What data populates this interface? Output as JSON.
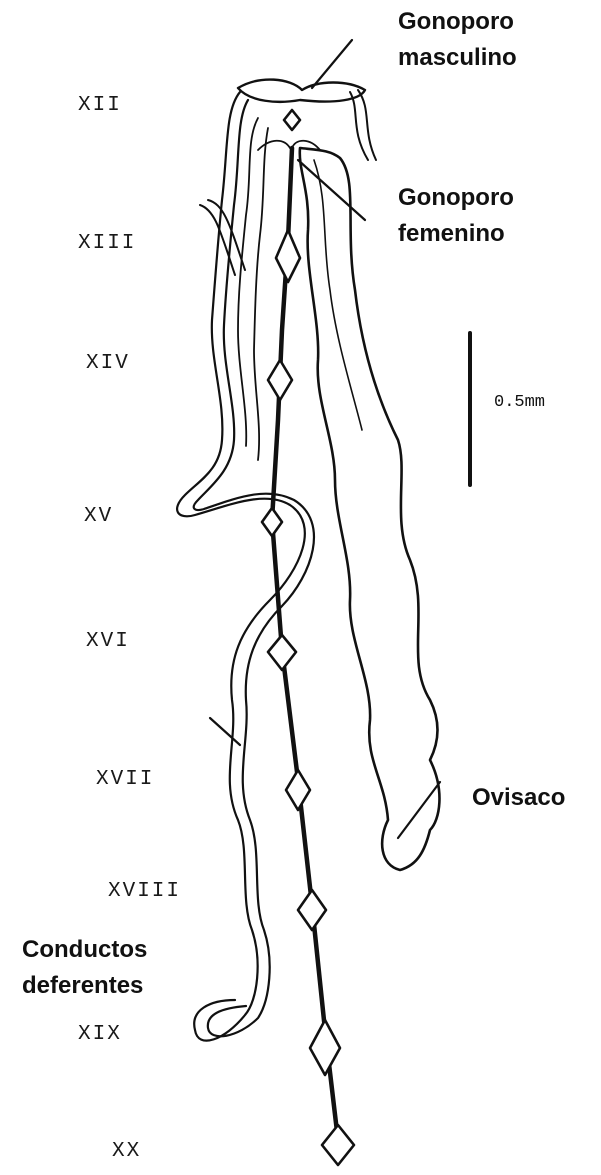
{
  "segments": [
    "XII",
    "XIII",
    "XIV",
    "XV",
    "XVI",
    "XVII",
    "XVIII",
    "XIX",
    "XX"
  ],
  "labels": {
    "male_pore_1": "Gonoporo",
    "male_pore_2": "masculino",
    "female_pore_1": "Gonoporo",
    "female_pore_2": "femenino",
    "ovisac": "Ovisaco",
    "ducts_1": "Conductos",
    "ducts_2": "deferentes"
  },
  "scale_bar": {
    "label": "0.5mm"
  },
  "colors": {
    "ink": "#111111",
    "background": "#ffffff"
  }
}
